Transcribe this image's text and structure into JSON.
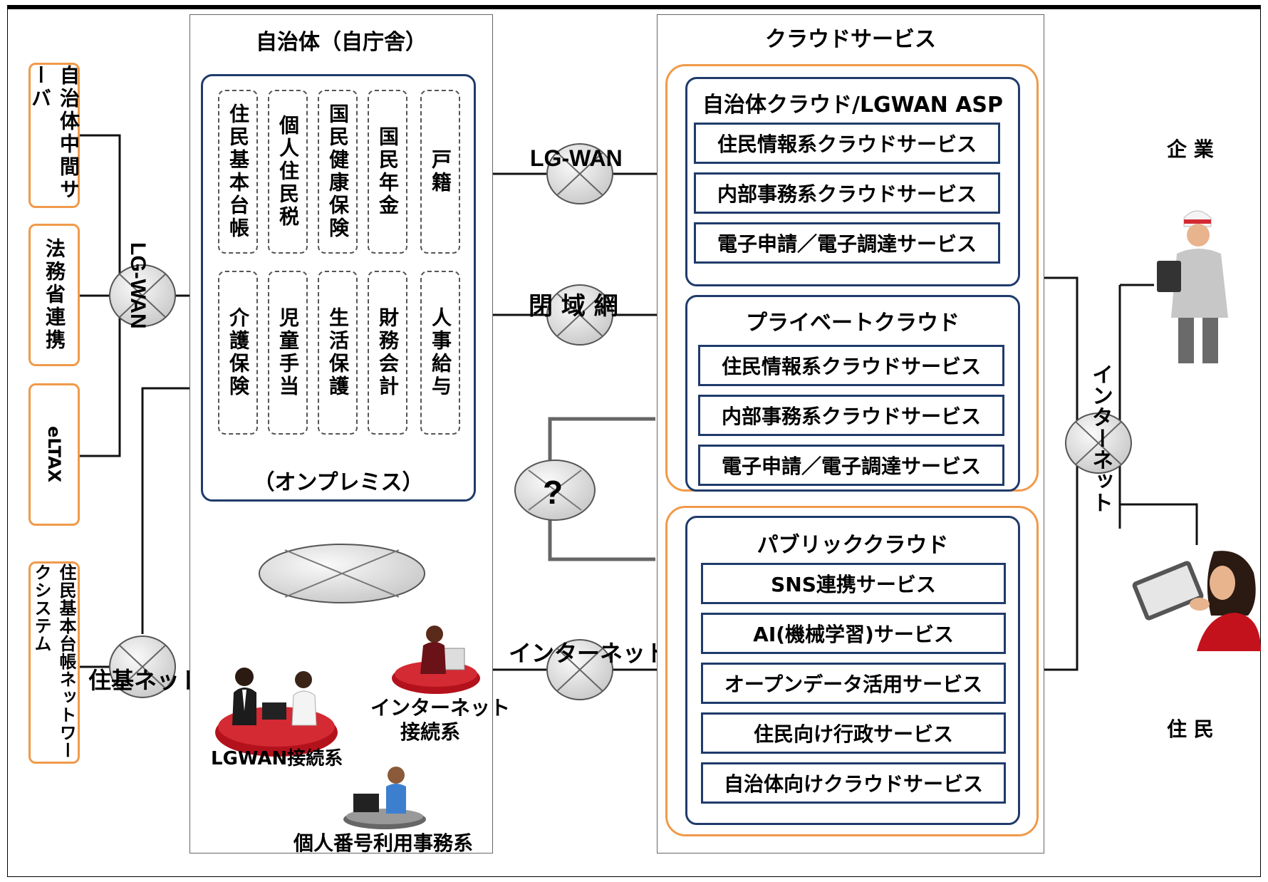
{
  "left_items": {
    "intermediate_server": "自治体中間サーバ",
    "moj": "法務省連携",
    "eltax": "eLTAX",
    "juki_system": "住民基本台帳ネットワークシステム"
  },
  "networks": {
    "lgwan_left": "LG-WAN",
    "juki_net": "住基ネット",
    "lgwan_top": "LG-WAN",
    "closed_network": "閉 域 網",
    "unknown": "?",
    "internet_center": "インターネット",
    "internet_right": "インターネット"
  },
  "municipality": {
    "title": "自治体（自庁舎）",
    "onpremise_label": "（オンプレミス）",
    "systems_row1": [
      "住民基本台帳",
      "個人住民税",
      "国民健康保険",
      "国民年金",
      "戸籍"
    ],
    "systems_row2": [
      "介護保険",
      "児童手当",
      "生活保護",
      "財務会計",
      "人事給与"
    ],
    "lgwan_segment": "LGWAN接続系",
    "internet_segment_line1": "インターネット",
    "internet_segment_line2": "接続系",
    "mynumber_segment": "個人番号利用事務系"
  },
  "cloud": {
    "title": "クラウドサービス",
    "municipal_cloud": {
      "title": "自治体クラウド/LGWAN ASP",
      "services": [
        "住民情報系クラウドサービス",
        "内部事務系クラウドサービス",
        "電子申請／電子調達サービス"
      ]
    },
    "private_cloud": {
      "title": "プライベートクラウド",
      "services": [
        "住民情報系クラウドサービス",
        "内部事務系クラウドサービス",
        "電子申請／電子調達サービス"
      ]
    },
    "public_cloud": {
      "title": "パブリッククラウド",
      "services": [
        "SNS連携サービス",
        "AI(機械学習)サービス",
        "オープンデータ活用サービス",
        "住民向け行政サービス",
        "自治体向けクラウドサービス"
      ]
    }
  },
  "users": {
    "company": "企 業",
    "resident": "住 民"
  },
  "colors": {
    "navy": "#1f3b6b",
    "orange": "#f09a4a",
    "desk_red": "#b3121c"
  }
}
